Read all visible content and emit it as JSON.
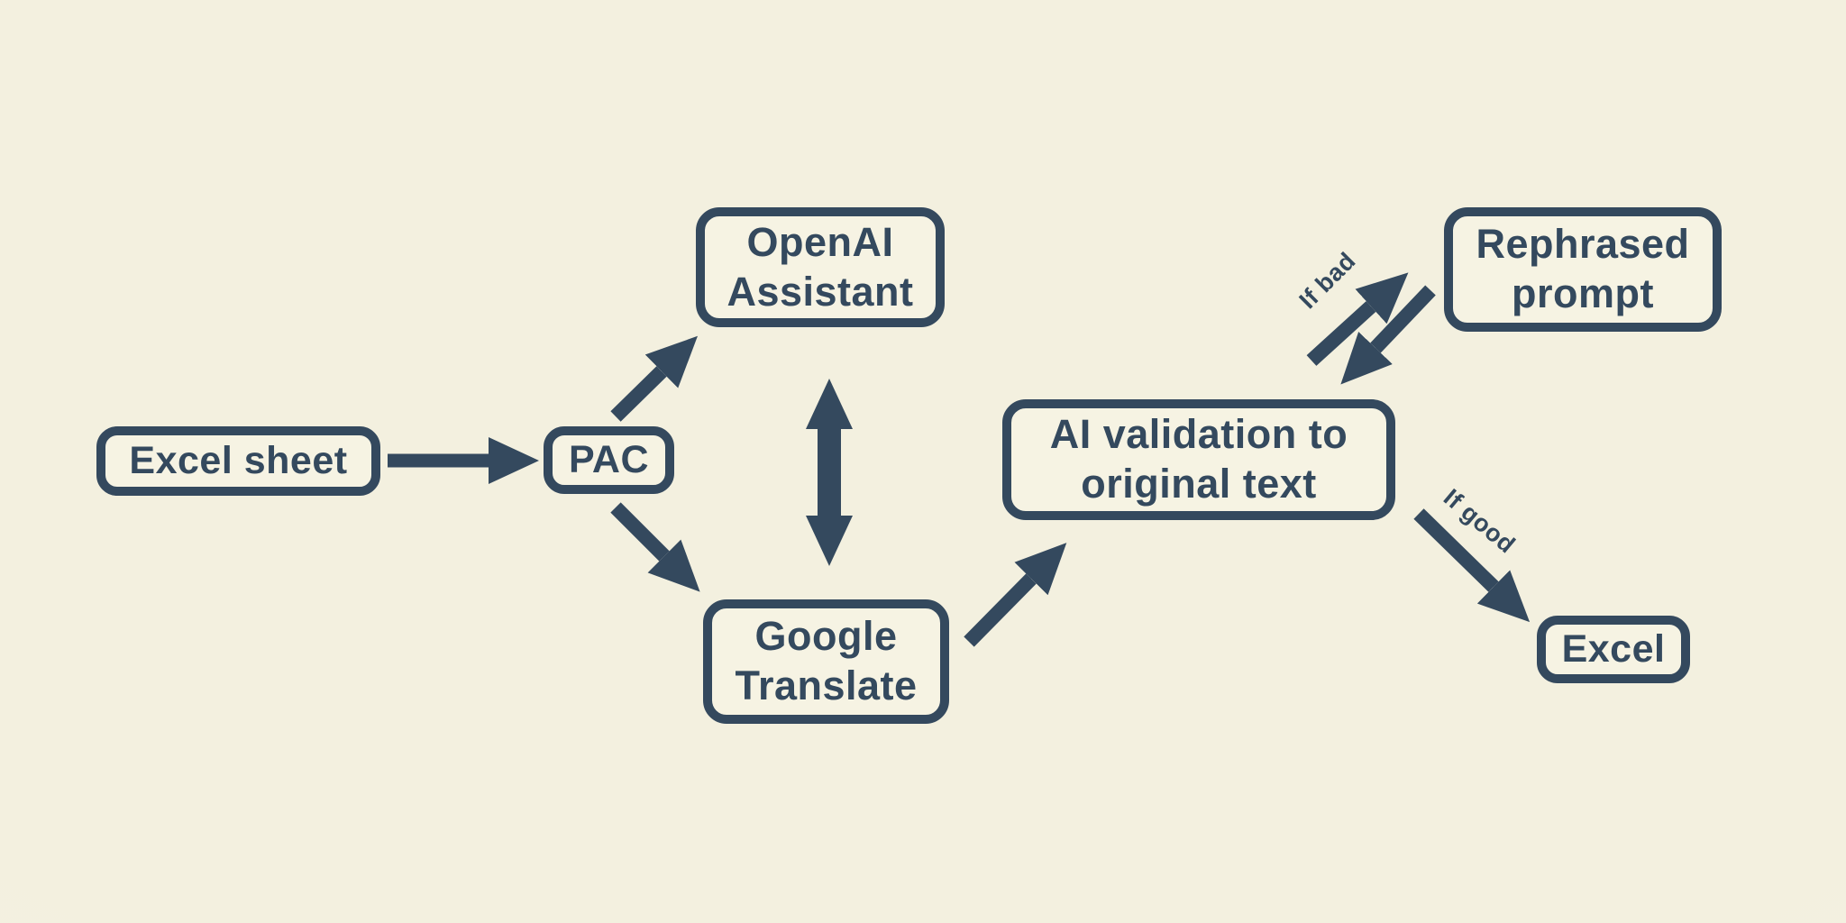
{
  "diagram": {
    "type": "flowchart",
    "colors": {
      "ink": "#34495e",
      "background": "#f3f0df",
      "node_fill": "#f6f3e3"
    },
    "nodes": [
      {
        "id": "excel-sheet",
        "label": "Excel sheet"
      },
      {
        "id": "pac",
        "label": "PAC"
      },
      {
        "id": "openai-assistant",
        "label": "OpenAI Assistant"
      },
      {
        "id": "google-translate",
        "label": "Google Translate"
      },
      {
        "id": "ai-validation",
        "label": "AI validation to original text"
      },
      {
        "id": "rephrased-prompt",
        "label": "Rephrased prompt"
      },
      {
        "id": "excel",
        "label": "Excel"
      }
    ],
    "edges": [
      {
        "from": "Excel sheet",
        "to": "PAC",
        "label": "",
        "bidirectional": false
      },
      {
        "from": "PAC",
        "to": "OpenAI Assistant",
        "label": "",
        "bidirectional": false
      },
      {
        "from": "PAC",
        "to": "Google Translate",
        "label": "",
        "bidirectional": false
      },
      {
        "from": "OpenAI Assistant",
        "to": "Google Translate",
        "label": "",
        "bidirectional": true
      },
      {
        "from": "Google Translate",
        "to": "AI validation to original text",
        "label": "",
        "bidirectional": false
      },
      {
        "from": "AI validation to original text",
        "to": "Rephrased prompt",
        "label": "If bad",
        "bidirectional": false
      },
      {
        "from": "Rephrased prompt",
        "to": "AI validation to original text",
        "label": "",
        "bidirectional": false
      },
      {
        "from": "AI validation to original text",
        "to": "Excel",
        "label": "If good",
        "bidirectional": false
      }
    ]
  }
}
